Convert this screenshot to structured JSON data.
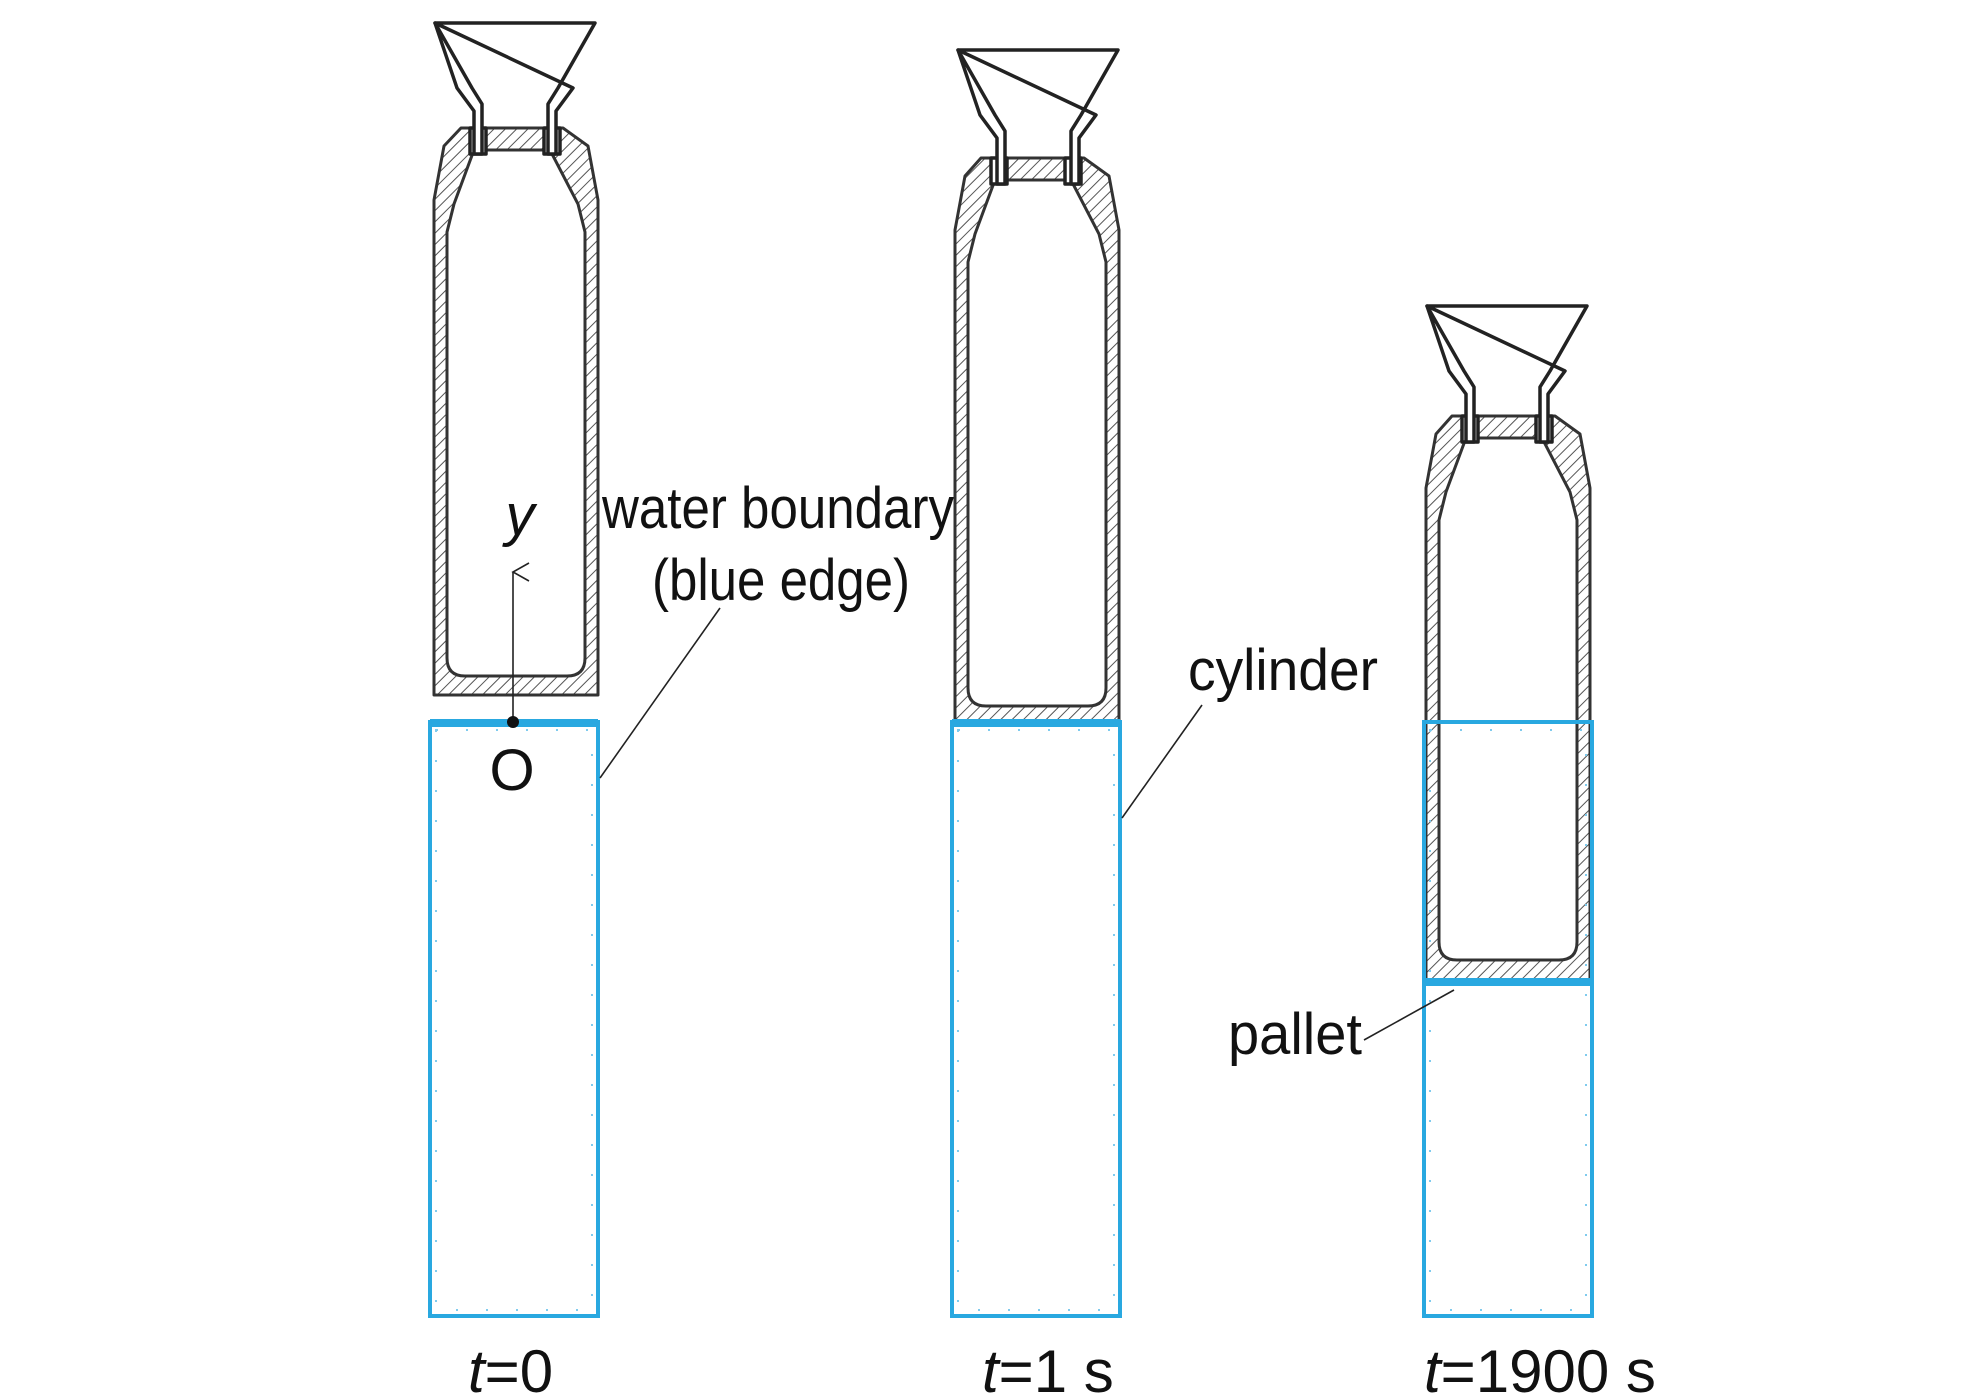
{
  "figure": {
    "axis": {
      "y_label": "y",
      "origin_label": "O"
    },
    "callouts": {
      "water_boundary_line1": "water boundary",
      "water_boundary_line2": "(blue edge)",
      "cylinder": "cylinder",
      "pallet": "pallet"
    },
    "panels": [
      {
        "time_var": "t",
        "time_value": "=0"
      },
      {
        "time_var": "t",
        "time_value": "=1 s"
      },
      {
        "time_var": "t",
        "time_value": "=1900 s"
      }
    ],
    "colors": {
      "water_boundary": "#29a8e0",
      "outline": "#333333"
    }
  }
}
